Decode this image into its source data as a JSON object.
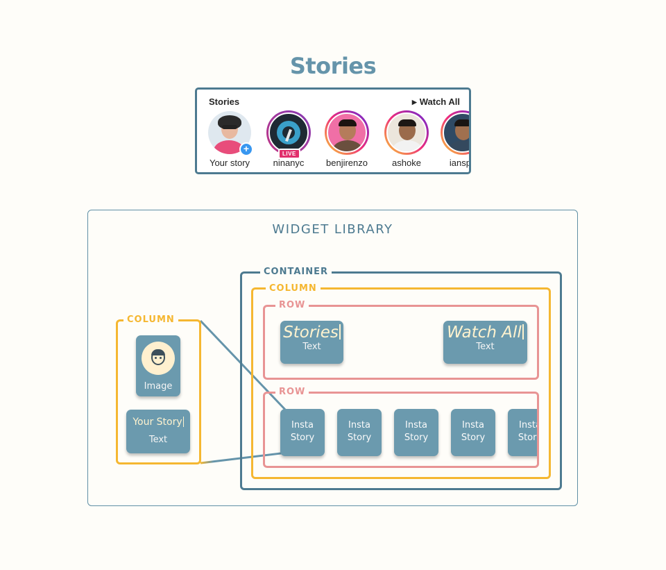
{
  "title": "Stories",
  "stories_card": {
    "header_left": "Stories",
    "header_right": "Watch All",
    "items": [
      {
        "name": "Your story",
        "live": false,
        "own": true
      },
      {
        "name": "ninanyc",
        "live": true,
        "own": false
      },
      {
        "name": "benjirenzo",
        "live": false,
        "own": false
      },
      {
        "name": "ashoke",
        "live": false,
        "own": false
      },
      {
        "name": "ianspa",
        "live": false,
        "own": false
      }
    ],
    "live_label": "LIVE",
    "plus_glyph": "+"
  },
  "widget_library": {
    "title": "WIDGET LIBRARY",
    "container_label": "CONTAINER",
    "column_label": "COLUMN",
    "row_label": "ROW",
    "left_column_label": "COLUMN",
    "row1": {
      "stories_text": "Stories",
      "stories_type": "Text",
      "watch_text": "Watch All",
      "watch_type": "Text"
    },
    "row2_tiles": [
      "Insta Story",
      "Insta Story",
      "Insta Story",
      "Insta Story",
      "Insta Story"
    ],
    "row2_lines": [
      [
        "Insta",
        "Story"
      ],
      [
        "Insta",
        "Story"
      ],
      [
        "Insta",
        "Story"
      ],
      [
        "Insta",
        "Story"
      ],
      [
        "Insta",
        "Story"
      ]
    ],
    "image_tile_label": "Image",
    "your_story_text": "Your Story",
    "your_story_type": "Text"
  },
  "colors": {
    "title": "#6594aa",
    "container": "#4d7a90",
    "column": "#f5b731",
    "row": "#e89494",
    "tile": "#6b9aae",
    "tile_text_accent": "#fff3cf"
  }
}
